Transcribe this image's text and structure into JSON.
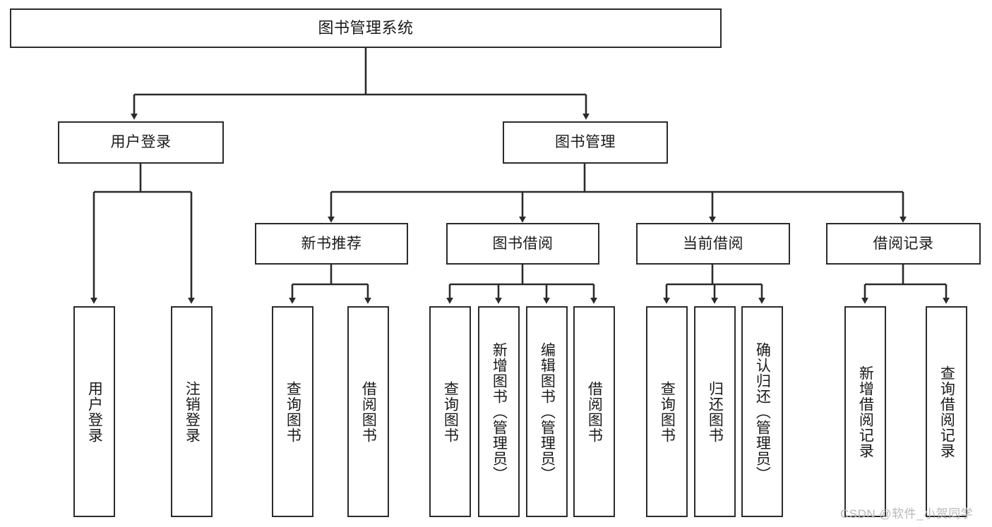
{
  "diagram": {
    "title": "图书管理系统",
    "type": "hierarchy-tree",
    "orientation": "top-down",
    "colors": {
      "box_border": "#2b2b2b",
      "box_fill": "#ffffff",
      "edge": "#2b2b2b",
      "text": "#1a1a1a",
      "watermark": "#b9b9b9",
      "background": "#ffffff"
    },
    "root": {
      "label": "图书管理系统"
    },
    "level2": [
      {
        "id": "user-login",
        "label": "用户登录"
      },
      {
        "id": "book-management",
        "label": "图书管理"
      }
    ],
    "level3": [
      {
        "id": "new-book-recommend",
        "label": "新书推荐",
        "parent": "book-management"
      },
      {
        "id": "book-borrow",
        "label": "图书借阅",
        "parent": "book-management"
      },
      {
        "id": "current-borrow",
        "label": "当前借阅",
        "parent": "book-management"
      },
      {
        "id": "borrow-record",
        "label": "借阅记录",
        "parent": "book-management"
      }
    ],
    "leaves": [
      {
        "id": "leaf-user-login",
        "label": "用户登录",
        "parent": "user-login"
      },
      {
        "id": "leaf-logout-login",
        "label": "注销登录",
        "parent": "user-login"
      },
      {
        "id": "leaf-query-book-1",
        "label": "查询图书",
        "parent": "new-book-recommend"
      },
      {
        "id": "leaf-borrow-book-1",
        "label": "借阅图书",
        "parent": "new-book-recommend"
      },
      {
        "id": "leaf-query-book-2",
        "label": "查询图书",
        "parent": "book-borrow"
      },
      {
        "id": "leaf-add-book",
        "label": "新增图书（管理员）",
        "parent": "book-borrow"
      },
      {
        "id": "leaf-edit-book",
        "label": "编辑图书（管理员）",
        "parent": "book-borrow"
      },
      {
        "id": "leaf-borrow-book-2",
        "label": "借阅图书",
        "parent": "book-borrow"
      },
      {
        "id": "leaf-query-book-3",
        "label": "查询图书",
        "parent": "current-borrow"
      },
      {
        "id": "leaf-return-book",
        "label": "归还图书",
        "parent": "current-borrow"
      },
      {
        "id": "leaf-confirm-return",
        "label": "确认归还（管理员）",
        "parent": "current-borrow"
      },
      {
        "id": "leaf-add-record",
        "label": "新增借阅记录",
        "parent": "borrow-record"
      },
      {
        "id": "leaf-query-record",
        "label": "查询借阅记录",
        "parent": "borrow-record"
      }
    ]
  },
  "watermark": {
    "text": "CSDN @软件_小贺同学"
  }
}
